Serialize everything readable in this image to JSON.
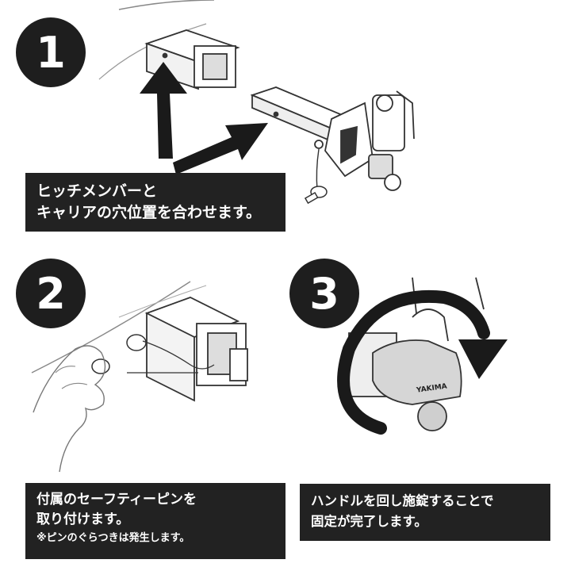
{
  "steps": [
    {
      "number": "1",
      "caption_lines": [
        "ヒッチメンバーと",
        "キャリアの穴位置を合わせます。"
      ]
    },
    {
      "number": "2",
      "caption_lines": [
        "付属のセーフティーピンを",
        "取り付けます。"
      ],
      "note": "※ピンのぐらつきは発生します。"
    },
    {
      "number": "3",
      "caption_lines": [
        "ハンドルを回し施錠することで",
        "固定が完了します。"
      ]
    }
  ],
  "product_logo_text": "YAKIMA",
  "colors": {
    "dark": "#1e1e1e",
    "caption_bg": "#222222",
    "line": "#333333",
    "arrow": "#1a1a1a"
  }
}
